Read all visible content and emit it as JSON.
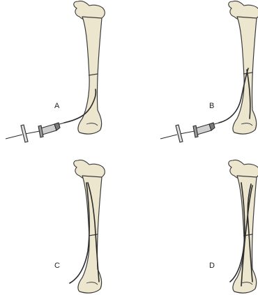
{
  "figure": {
    "panels": [
      {
        "id": "A",
        "label": "A",
        "wires": 1,
        "inserter": true
      },
      {
        "id": "B",
        "label": "B",
        "wires": 2,
        "inserter": true
      },
      {
        "id": "C",
        "label": "C",
        "wires": 2,
        "inserter": false
      },
      {
        "id": "D",
        "label": "D",
        "wires": 3,
        "inserter": false
      }
    ],
    "colors": {
      "bone_fill": "#ede6cf",
      "bone_shade": "#d9cfae",
      "outline": "#3a3a3a",
      "wire": "#2b2b2b",
      "syringe_fill": "#cfcfcf",
      "syringe_dark": "#7a7a7a"
    }
  }
}
